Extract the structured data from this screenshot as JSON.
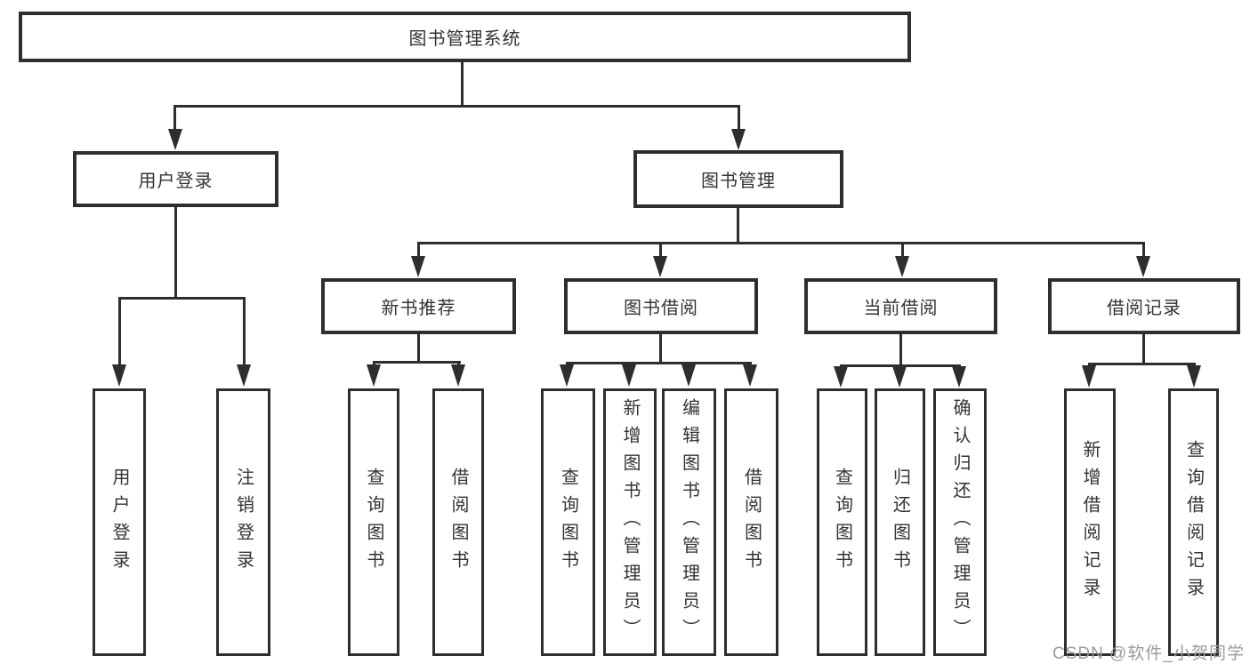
{
  "diagram_title": "图书管理系统",
  "nodes": {
    "root": "图书管理系统",
    "user_login": "用户登录",
    "book_mgmt": "图书管理",
    "new_books": "新书推荐",
    "book_borrow": "图书借阅",
    "current_borrow": "当前借阅",
    "borrow_records": "借阅记录"
  },
  "leaves": {
    "user_login": [
      "用户登录",
      "注销登录"
    ],
    "new_books": [
      "查询图书",
      "借阅图书"
    ],
    "book_borrow": [
      "查询图书",
      "新增图书（管理员）",
      "编辑图书（管理员）",
      "借阅图书"
    ],
    "current_borrow": [
      "查询图书",
      "归还图书",
      "确认归还（管理员）"
    ],
    "borrow_records": [
      "新增借阅记录",
      "查询借阅记录"
    ]
  },
  "watermark": "CSDN @软件_小贺同学",
  "colors": {
    "line": "#2e2e2e",
    "text": "#333333",
    "watermark": "#9b9b9b",
    "background": "#ffffff"
  }
}
